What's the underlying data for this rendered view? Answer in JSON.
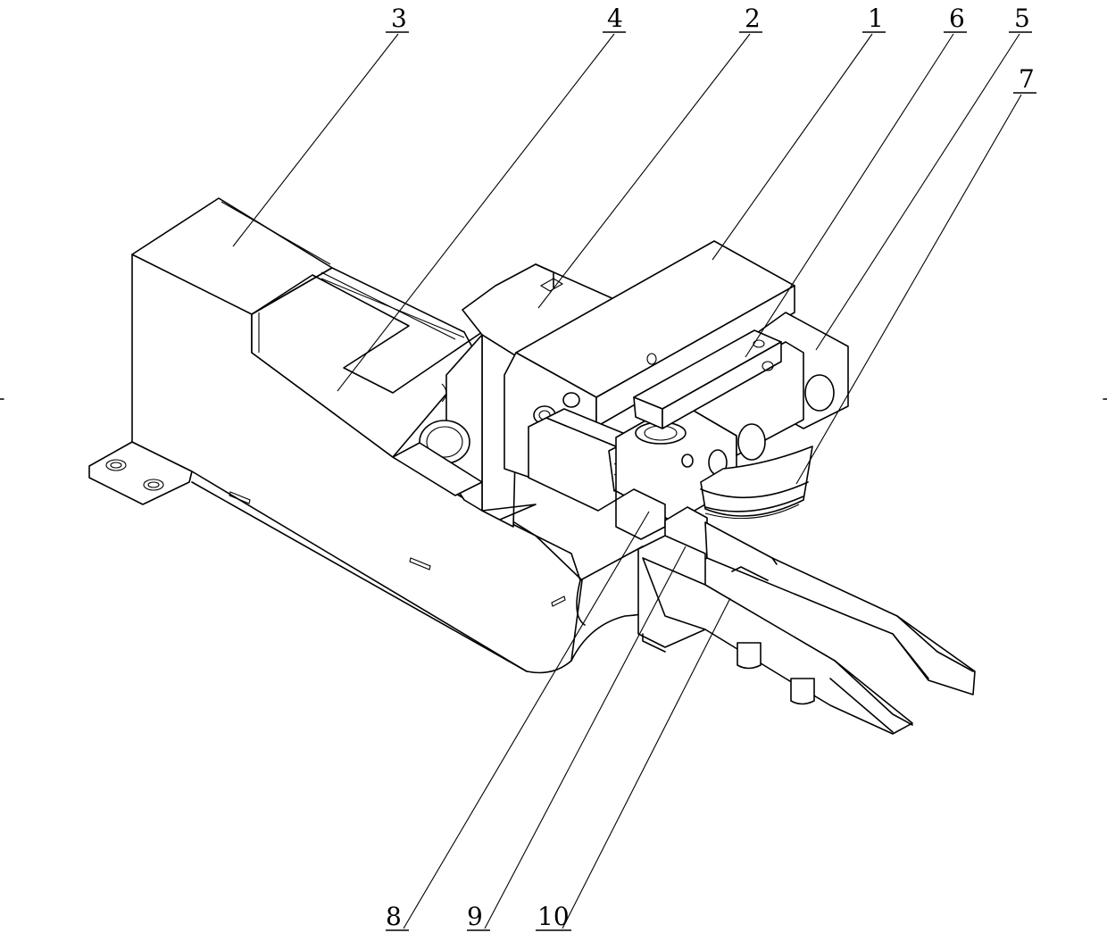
{
  "figure": {
    "callouts": [
      {
        "id": "c1",
        "label": "1"
      },
      {
        "id": "c2",
        "label": "2"
      },
      {
        "id": "c3",
        "label": "3"
      },
      {
        "id": "c4",
        "label": "4"
      },
      {
        "id": "c5",
        "label": "5"
      },
      {
        "id": "c6",
        "label": "6"
      },
      {
        "id": "c7",
        "label": "7"
      },
      {
        "id": "c8",
        "label": "8"
      },
      {
        "id": "c9",
        "label": "9"
      },
      {
        "id": "c10",
        "label": "10"
      }
    ]
  }
}
